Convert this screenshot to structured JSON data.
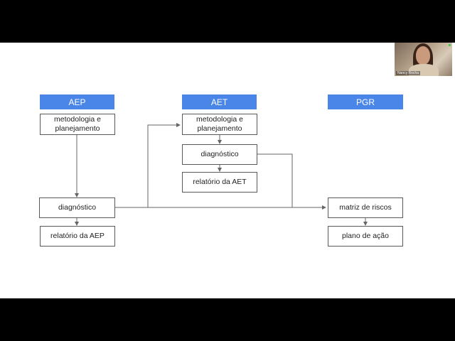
{
  "headers": {
    "aep": "AEP",
    "aet": "AET",
    "pgr": "PGR"
  },
  "aep": {
    "diagnostico": "diagnóstico",
    "relatorio": "relatório da AEP"
  },
  "aet": {
    "metodologia_line1": "metodologia e",
    "metodologia_line2": "planejamento",
    "diagnostico": "diagnóstico",
    "relatorio": "relatório da AET"
  },
  "aep_metodologia": {
    "line1": "metodologia e",
    "line2": "planejamento"
  },
  "pgr": {
    "matriz": "matriz de riscos",
    "plano": "plano de ação"
  },
  "video": {
    "participant_name": "Nancy Rocha"
  },
  "colors": {
    "header_blue": "#4a86e8",
    "box_border": "#595959",
    "arrow": "#666666"
  }
}
